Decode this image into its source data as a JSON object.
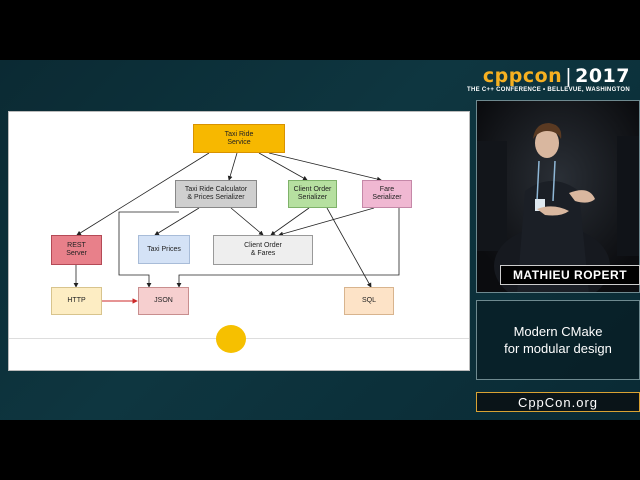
{
  "branding": {
    "logo_cpp": "cpp",
    "logo_con": "con",
    "logo_sep": "|",
    "logo_year": "2017",
    "tagline": "THE C++ CONFERENCE • BELLEVUE, WASHINGTON"
  },
  "diagram": {
    "nodes": {
      "taxi_ride_service": "Taxi Ride\nService",
      "taxi_ride_calculator": "Taxi Ride Calculator\n& Prices Serializer",
      "client_order_serializer": "Client Order\nSerializer",
      "fare_serializer": "Fare\nSerializer",
      "rest_server": "REST\nServer",
      "taxi_prices": "Taxi Prices",
      "client_order_fares": "Client Order\n& Fares",
      "http": "HTTP",
      "json": "JSON",
      "sql": "SQL"
    },
    "colors": {
      "orange": "#f7b800",
      "gray": "#cfcfcf",
      "green": "#b6e0a0",
      "pink": "#f0b8d2",
      "red": "#e8808a",
      "blue": "#d4e2f6",
      "light_gray": "#eeeeee",
      "light_yellow": "#fdedc3",
      "light_red": "#f6cfcf",
      "light_orange": "#fde3c7",
      "red_arrow": "#cc2a2a"
    }
  },
  "speaker": {
    "name": "MATHIEU ROPERT"
  },
  "talk": {
    "line1": "Modern CMake",
    "line2": "for modular design"
  },
  "site": {
    "label": "CppCon.org"
  }
}
